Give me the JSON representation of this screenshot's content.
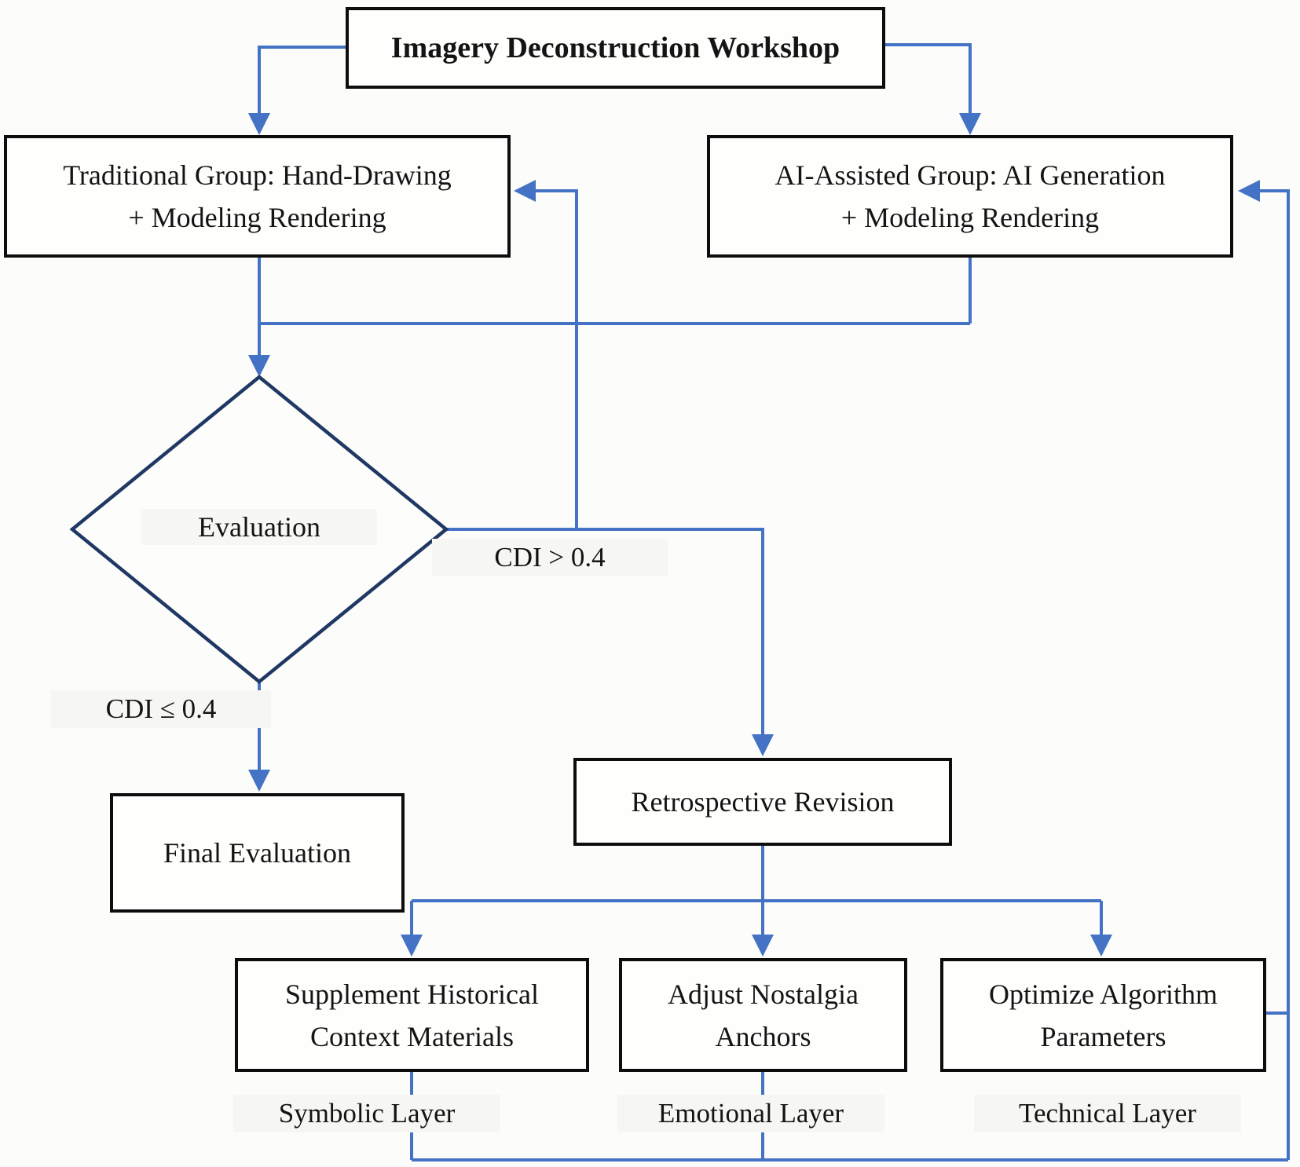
{
  "figure": {
    "type": "flowchart",
    "title_node": "Imagery Deconstruction Workshop",
    "nodes": {
      "traditional": {
        "line1": "Traditional Group: Hand-Drawing",
        "line2": "+ Modeling Rendering"
      },
      "ai_assisted": {
        "line1": "AI-Assisted Group: AI Generation",
        "line2": "+ Modeling Rendering"
      },
      "evaluation": {
        "label": "Evaluation"
      },
      "final_evaluation": {
        "label": "Final Evaluation"
      },
      "retrospective_revision": {
        "label": "Retrospective Revision"
      },
      "supplement": {
        "line1": "Supplement Historical",
        "line2": "Context Materials"
      },
      "adjust": {
        "line1": "Adjust Nostalgia",
        "line2": "Anchors"
      },
      "optimize": {
        "line1": "Optimize Algorithm",
        "line2": "Parameters"
      }
    },
    "branch_labels": {
      "cdi_greater": "CDI > 0.4",
      "cdi_less_equal": "CDI ≤ 0.4"
    },
    "layer_labels": {
      "symbolic": "Symbolic Layer",
      "emotional": "Emotional Layer",
      "technical": "Technical Layer"
    },
    "colors": {
      "connector": "#4472C4",
      "decision_border": "#1F3864",
      "process_border": "#0D0D0D",
      "background": "#FCFCFB",
      "text": "#141414"
    }
  }
}
